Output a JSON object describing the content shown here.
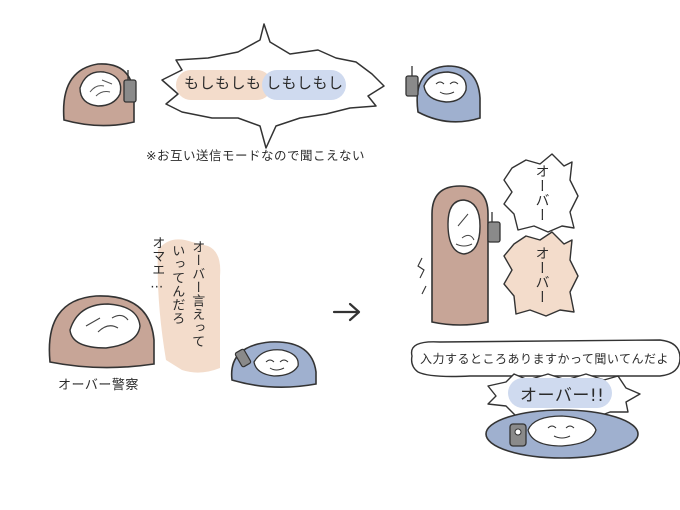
{
  "panel_top": {
    "shout_left": "もしもしも",
    "shout_right": "しもしもし",
    "note": "※お互い送信モードなので聞こえない"
  },
  "panel_left": {
    "speech_line1": "オーバー言えって",
    "speech_line2": "いってんだろ",
    "speech_line3": "オマエ…",
    "caption": "オーバー警察"
  },
  "panel_right": {
    "shout_upper": "オーバー",
    "shout_lower": "オーバー",
    "question": "入力するところありますかって聞いてんだよ",
    "over_shout": "オーバー!!"
  },
  "colors": {
    "brown": "#c7a597",
    "blue": "#9fb0cf",
    "peach": "#f3dccb",
    "light_blue": "#cfdaef",
    "outline": "#333333"
  }
}
